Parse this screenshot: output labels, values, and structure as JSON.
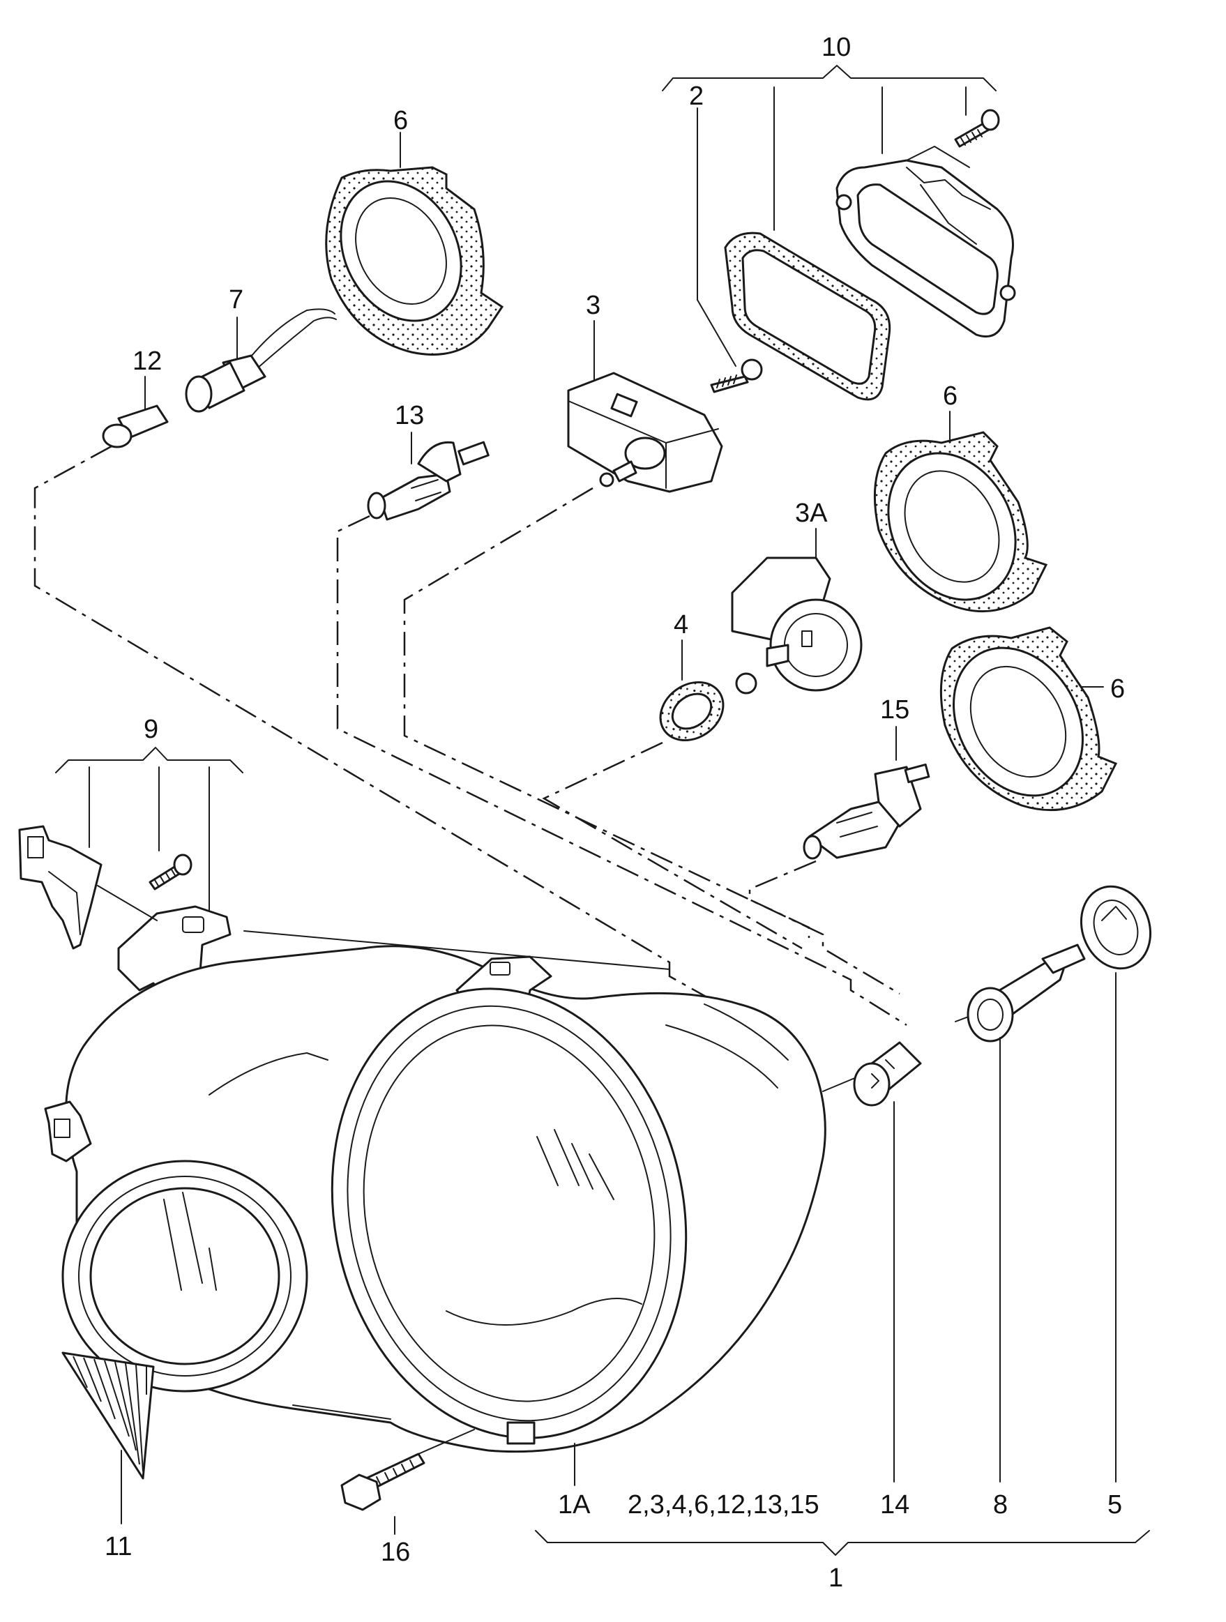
{
  "callouts": {
    "c10": "10",
    "c2": "2",
    "c6_top": "6",
    "c7": "7",
    "c12": "12",
    "c3": "3",
    "c13": "13",
    "c6_mid": "6",
    "c3a": "3A",
    "c4": "4",
    "c6_right": "6",
    "c15": "15",
    "c9": "9",
    "c11": "11",
    "c16": "16",
    "c1a": "1A",
    "c_group": "2,3,4,6,12,13,15",
    "c14": "14",
    "c8": "8",
    "c5": "5",
    "c1": "1"
  }
}
